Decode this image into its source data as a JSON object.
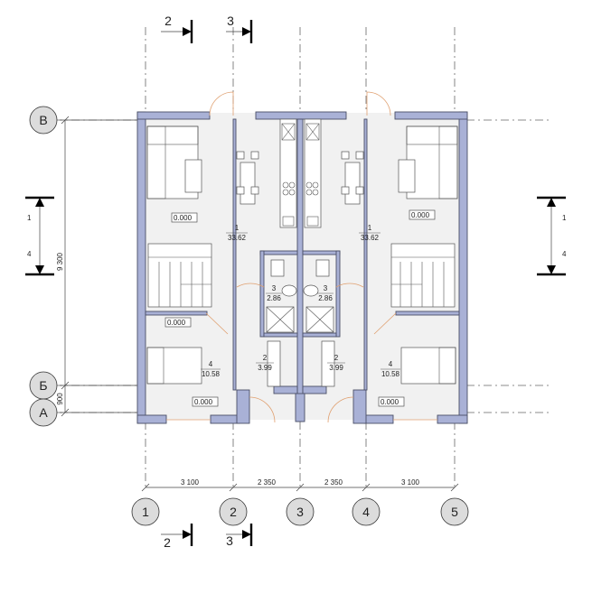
{
  "grid": {
    "columns": [
      "1",
      "2",
      "3",
      "4",
      "5"
    ],
    "rows": [
      "В",
      "Б",
      "А"
    ]
  },
  "dimensions": {
    "spans": [
      "3 100",
      "2 350",
      "2 350",
      "3 100"
    ],
    "overall_height": "9 300",
    "row_gap": "900"
  },
  "sections": {
    "top": [
      "2",
      "3"
    ],
    "bottom": [
      "2",
      "3"
    ],
    "left": [
      "1",
      "4"
    ],
    "right": [
      "1",
      "4"
    ]
  },
  "rooms": {
    "left_living": {
      "num": "1",
      "area": "33.62",
      "level": "0.000"
    },
    "left_bath": {
      "num": "3",
      "area": "2.86"
    },
    "left_hall": {
      "num": "2",
      "area": "3.99"
    },
    "left_bed": {
      "num": "4",
      "area": "10.58",
      "level": "0.000",
      "level2": "0.000"
    },
    "right_living": {
      "num": "1",
      "area": "33.62",
      "level": "0.000"
    },
    "right_bath": {
      "num": "3",
      "area": "2.86"
    },
    "right_hall": {
      "num": "2",
      "area": "3.99"
    },
    "right_bed": {
      "num": "4",
      "area": "10.58",
      "level": "0.000"
    }
  },
  "colors": {
    "wall": "#a9b1d6",
    "floor": "#f1f1f1",
    "door_swing": "#e0a070"
  }
}
